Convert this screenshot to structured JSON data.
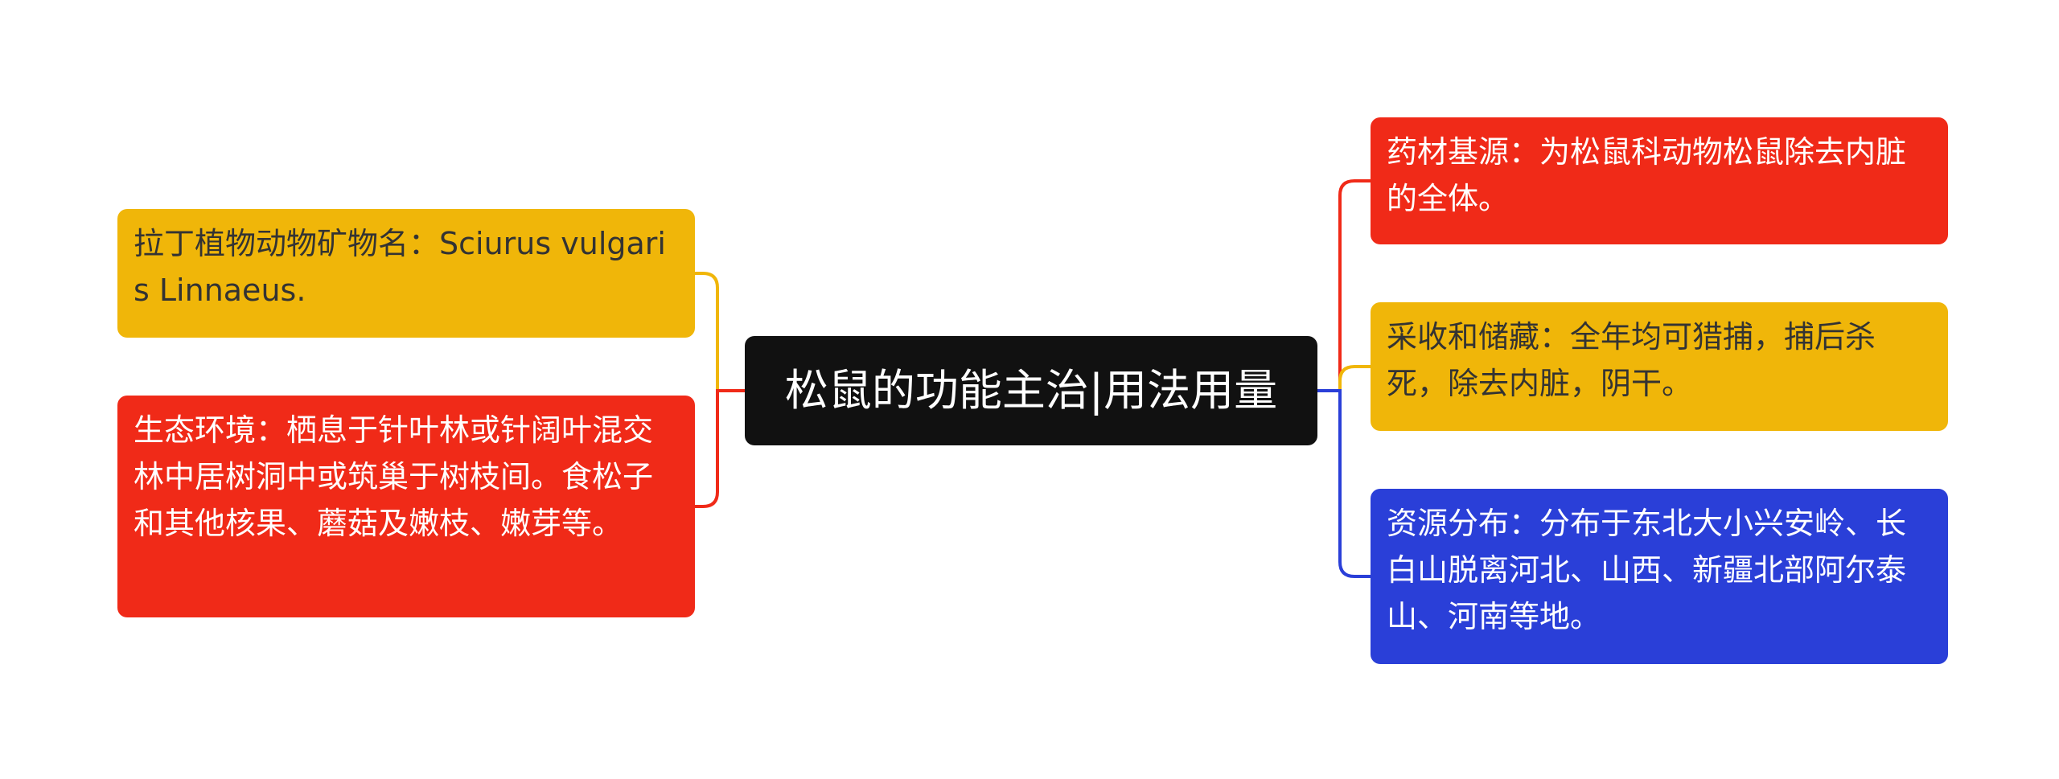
{
  "central": {
    "text": "松鼠的功能主治|用法用量",
    "color": "#111111",
    "text_color": "#ffffff"
  },
  "nodes": [
    {
      "id": "left-1",
      "side": "left",
      "text": "拉丁植物动物矿物名：Sciurus vulgaris Linnaeus.",
      "color": "#f0b609",
      "text_color": "#333333"
    },
    {
      "id": "left-2",
      "side": "left",
      "text": "生态环境：栖息于针叶林或针阔叶混交林中居树洞中或筑巢于树枝间。食松子和其他核果、蘑菇及嫩枝、嫩芽等。",
      "color": "#f02a18",
      "text_color": "#ffffff"
    },
    {
      "id": "right-1",
      "side": "right",
      "text": "药材基源：为松鼠科动物松鼠除去内脏的全体。",
      "color": "#f02a18",
      "text_color": "#ffffff"
    },
    {
      "id": "right-2",
      "side": "right",
      "text": "采收和储藏：全年均可猎捕，捕后杀死，除去内脏，阴干。",
      "color": "#f0b609",
      "text_color": "#333333"
    },
    {
      "id": "right-3",
      "side": "right",
      "text": "资源分布：分布于东北大小兴安岭、长白山脱离河北、山西、新疆北部阿尔泰山、河南等地。",
      "color": "#2a3fd8",
      "text_color": "#ffffff"
    }
  ]
}
